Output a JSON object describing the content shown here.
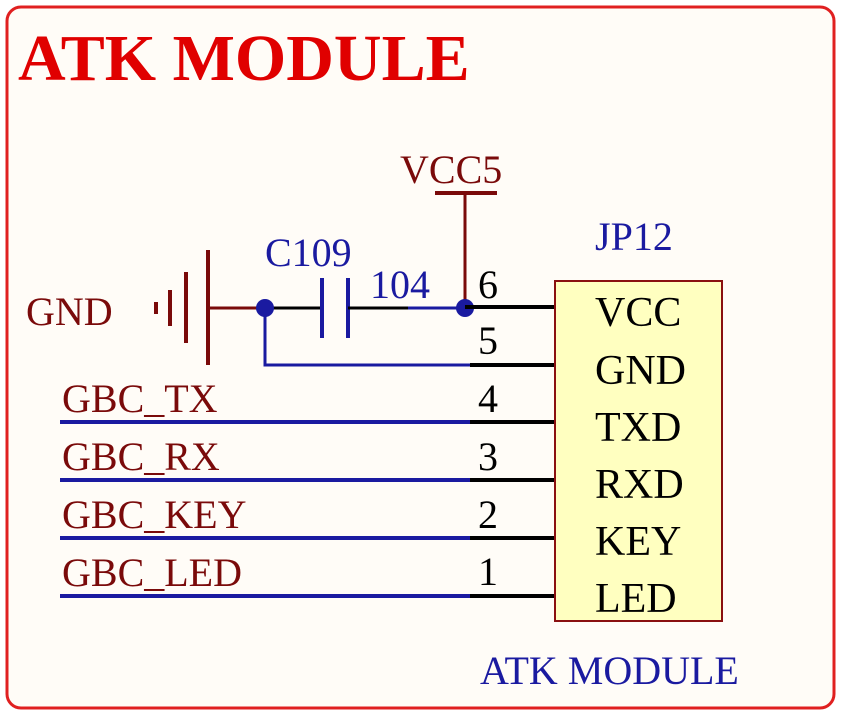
{
  "title": "ATK MODULE",
  "component": {
    "designator": "JP12",
    "name": "ATK MODULE",
    "pins": [
      {
        "number": "6",
        "name": "VCC"
      },
      {
        "number": "5",
        "name": "GND"
      },
      {
        "number": "4",
        "name": "TXD"
      },
      {
        "number": "3",
        "name": "RXD"
      },
      {
        "number": "2",
        "name": "KEY"
      },
      {
        "number": "1",
        "name": "LED"
      }
    ]
  },
  "capacitor": {
    "designator": "C109",
    "value": "104"
  },
  "power": {
    "vcc_label": "VCC5",
    "gnd_label": "GND"
  },
  "nets": [
    {
      "label": "GBC_TX"
    },
    {
      "label": "GBC_RX"
    },
    {
      "label": "GBC_KEY"
    },
    {
      "label": "GBC_LED"
    }
  ],
  "colors": {
    "border": "#e02020",
    "title": "#e00000",
    "wire": "#1a1aa0",
    "label": "#7a0a0a",
    "body_fill": "#ffffc0",
    "body_stroke": "#8a1010",
    "pin": "#000000",
    "background": "#fffcf7"
  }
}
